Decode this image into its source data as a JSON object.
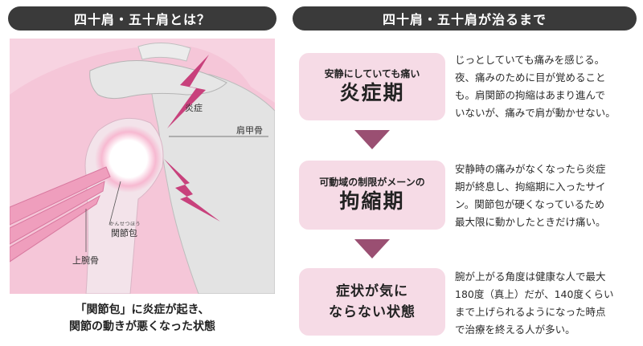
{
  "headers": {
    "left": "四十肩・五十肩とは？",
    "right": "四十肩・五十肩が治るまで"
  },
  "illustration": {
    "labels": {
      "inflammation": "炎症",
      "scapula": "肩甲骨",
      "capsule": "関節包",
      "capsule_ruby": "かんせつほう",
      "humerus": "上腕骨"
    },
    "colors": {
      "skin": "#f5c9d9",
      "muscle": "#ef9ebd",
      "bone": "#e6e6e6",
      "lightning": "#c8417c"
    },
    "caption_lines": [
      "「関節包」に炎症が起き、",
      "関節の動きが悪くなった状態"
    ]
  },
  "stages": [
    {
      "sub": "安静にしていても痛い",
      "name": "炎症期",
      "description": [
        "じっとしていても痛みを感じる。",
        "夜、痛みのために目が覚めること",
        "も。肩関節の拘縮はあまり進んで",
        "いないが、痛みで肩が動かせない。"
      ]
    },
    {
      "sub": "可動域の制限がメーンの",
      "name": "拘縮期",
      "description": [
        "安静時の痛みがなくなったら炎症",
        "期が終息し、拘縮期に入ったサイ",
        "ン。関節包が硬くなっているため",
        "最大限に動かしたときだけ痛い。"
      ]
    },
    {
      "lines": [
        "症状が気に",
        "ならない状態"
      ],
      "description": [
        "腕が上がる角度は健康な人で最大",
        "180度（真上）だが、140度くらい",
        "まで上げられるようになった時点",
        "で治療を終える人が多い。"
      ]
    }
  ],
  "arrow_icon": "down-triangle-icon",
  "colors": {
    "header_bg": "#3a3a3a",
    "stage_box": "#f6dbe6",
    "arrow": "#9a4f72"
  }
}
